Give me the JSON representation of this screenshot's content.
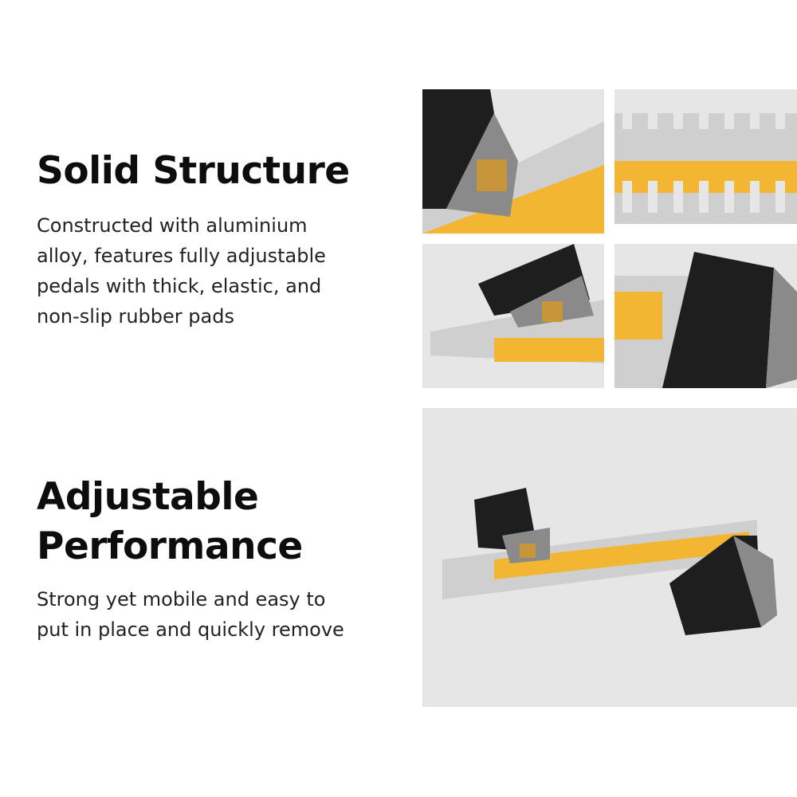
{
  "section1": {
    "heading": "Solid Structure",
    "body": [
      "Constructed with aluminium",
      "alloy, features fully adjustable",
      "pedals with thick, elastic, and",
      "non-slip rubber pads"
    ]
  },
  "section2": {
    "heading_lines": [
      "Adjustable",
      "Performance"
    ],
    "body": [
      "Strong yet mobile and easy to",
      "put in place and quickly remove"
    ]
  },
  "colors": {
    "yellow": "#f2b632",
    "aluminium": "#c9c9c9",
    "rubber": "#1e1e1e",
    "tile_bg": "#e6e6e6"
  }
}
